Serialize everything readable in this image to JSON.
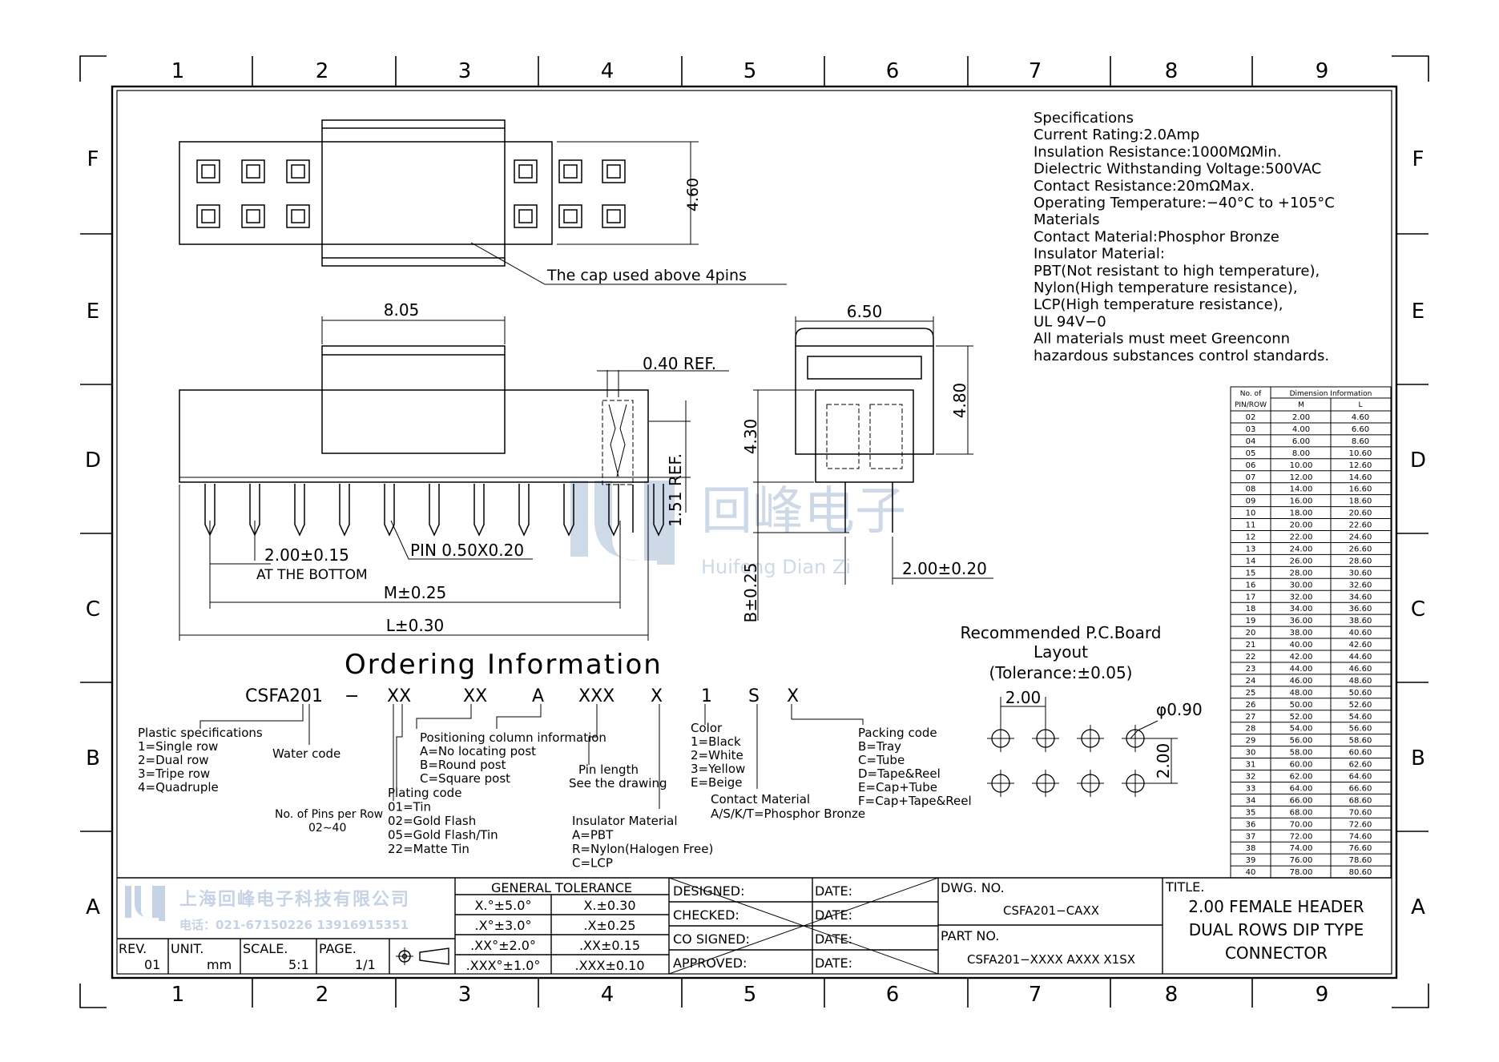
{
  "grid": {
    "columns": [
      "1",
      "2",
      "3",
      "4",
      "5",
      "6",
      "7",
      "8",
      "9"
    ],
    "rows": [
      "F",
      "E",
      "D",
      "C",
      "B",
      "A"
    ]
  },
  "top_view": {
    "height_dim": "4.60",
    "cap_note": "The cap used above 4pins"
  },
  "side_view": {
    "width_dim": "8.05",
    "ref_dim": "0.40 REF.",
    "ref_height": "1.51 REF.",
    "pitch_dim": "2.00±0.15",
    "pitch_note": "AT THE BOTTOM",
    "pin_label": "PIN 0.50X0.20",
    "m_dim": "M±0.25",
    "l_dim": "L±0.30"
  },
  "end_view": {
    "width_dim": "6.50",
    "height_dim": "4.30",
    "cap_height": "4.80",
    "pin_pitch": "2.00±0.20",
    "pin_length": "B±0.25"
  },
  "specs": [
    "Specifications",
    "Current Rating:2.0Amp",
    "Insulation Resistance:1000MΩMin.",
    "Dielectric Withstanding Voltage:500VAC",
    "Contact Resistance:20mΩMax.",
    "Operating Temperature:−40°C to +105°C",
    "Materials",
    "Contact Material:Phosphor Bronze",
    "Insulator Material:",
    "PBT(Not resistant to high temperature),",
    "Nylon(High temperature resistance),",
    "LCP(High temperature resistance),",
    "UL 94V−0",
    "All materials must meet Greenconn",
    "hazardous substances control standards."
  ],
  "dimension_table": {
    "header1": "No. of",
    "header2": "PIN/ROW",
    "group": "Dimension Information",
    "col_m": "M",
    "col_l": "L",
    "rows": [
      [
        "02",
        "2.00",
        "4.60"
      ],
      [
        "03",
        "4.00",
        "6.60"
      ],
      [
        "04",
        "6.00",
        "8.60"
      ],
      [
        "05",
        "8.00",
        "10.60"
      ],
      [
        "06",
        "10.00",
        "12.60"
      ],
      [
        "07",
        "12.00",
        "14.60"
      ],
      [
        "08",
        "14.00",
        "16.60"
      ],
      [
        "09",
        "16.00",
        "18.60"
      ],
      [
        "10",
        "18.00",
        "20.60"
      ],
      [
        "11",
        "20.00",
        "22.60"
      ],
      [
        "12",
        "22.00",
        "24.60"
      ],
      [
        "13",
        "24.00",
        "26.60"
      ],
      [
        "14",
        "26.00",
        "28.60"
      ],
      [
        "15",
        "28.00",
        "30.60"
      ],
      [
        "16",
        "30.00",
        "32.60"
      ],
      [
        "17",
        "32.00",
        "34.60"
      ],
      [
        "18",
        "34.00",
        "36.60"
      ],
      [
        "19",
        "36.00",
        "38.60"
      ],
      [
        "20",
        "38.00",
        "40.60"
      ],
      [
        "21",
        "40.00",
        "42.60"
      ],
      [
        "22",
        "42.00",
        "44.60"
      ],
      [
        "23",
        "44.00",
        "46.60"
      ],
      [
        "24",
        "46.00",
        "48.60"
      ],
      [
        "25",
        "48.00",
        "50.60"
      ],
      [
        "26",
        "50.00",
        "52.60"
      ],
      [
        "27",
        "52.00",
        "54.60"
      ],
      [
        "28",
        "54.00",
        "56.60"
      ],
      [
        "29",
        "56.00",
        "58.60"
      ],
      [
        "30",
        "58.00",
        "60.60"
      ],
      [
        "31",
        "60.00",
        "62.60"
      ],
      [
        "32",
        "62.00",
        "64.60"
      ],
      [
        "33",
        "64.00",
        "66.60"
      ],
      [
        "34",
        "66.00",
        "68.60"
      ],
      [
        "35",
        "68.00",
        "70.60"
      ],
      [
        "36",
        "70.00",
        "72.60"
      ],
      [
        "37",
        "72.00",
        "74.60"
      ],
      [
        "38",
        "74.00",
        "76.60"
      ],
      [
        "39",
        "76.00",
        "78.60"
      ],
      [
        "40",
        "78.00",
        "80.60"
      ]
    ]
  },
  "pcb": {
    "title1": "Recommended P.C.Board",
    "title2": "Layout",
    "tolerance": "(Tolerance:±0.05)",
    "pitch": "2.00",
    "hole": "φ0.90",
    "row_pitch": "2.00"
  },
  "ordering": {
    "title": "Ordering Information",
    "code": [
      "CSFA201",
      "−",
      "XX",
      "XX",
      "A",
      "XXX",
      "X",
      "1",
      "S",
      "X"
    ],
    "plastic": [
      "Plastic specifications",
      "1=Single row",
      "2=Dual row",
      "3=Tripe row",
      "4=Quadruple"
    ],
    "water": "Water code",
    "pins_per_row": [
      "No. of Pins per Row",
      "02∼40"
    ],
    "positioning": [
      "Positioning column information",
      "A=No locating post",
      "B=Round post",
      "C=Square post"
    ],
    "plating": [
      "Plating code",
      "01=Tin",
      "02=Gold Flash",
      "05=Gold Flash/Tin",
      "22=Matte Tin"
    ],
    "pin_length": [
      "Pin length",
      "See the drawing"
    ],
    "insulator": [
      "Insulator Material",
      "A=PBT",
      "R=Nylon(Halogen Free)",
      "C=LCP"
    ],
    "color": [
      "Color",
      "1=Black",
      "2=White",
      "3=Yellow",
      "E=Beige"
    ],
    "contact": [
      "Contact Material",
      "A/S/K/T=Phosphor Bronze"
    ],
    "packing": [
      "Packing code",
      "B=Tray",
      "C=Tube",
      "D=Tape&Reel",
      "E=Cap+Tube",
      "F=Cap+Tape&Reel"
    ]
  },
  "watermark": {
    "cn": "回峰电子",
    "en": "Huifeng Dian Zi"
  },
  "title_block": {
    "company": "上海回峰电子科技有限公司",
    "phone": "电话：021-67150226  13916915351",
    "rev_label": "REV.",
    "rev": "01",
    "unit_label": "UNIT.",
    "unit": "mm",
    "scale_label": "SCALE.",
    "scale": "5:1",
    "page_label": "PAGE.",
    "page": "1/1",
    "tolerance_header": "GENERAL TOLERANCE",
    "tolerances": [
      [
        "X.°±5.0°",
        "X.±0.30"
      ],
      [
        ".X°±3.0°",
        ".X±0.25"
      ],
      [
        ".XX°±2.0°",
        ".XX±0.15"
      ],
      [
        ".XXX°±1.0°",
        ".XXX±0.10"
      ]
    ],
    "signoffs": [
      "DESIGNED:",
      "CHECKED:",
      "CO SIGNED:",
      "APPROVED:"
    ],
    "date_label": "DATE:",
    "dwg_label": "DWG. NO.",
    "dwg": "CSFA201−CAXX",
    "part_label": "PART NO.",
    "part": "CSFA201−XXXX AXXX X1SX",
    "title_label": "TITLE.",
    "title": [
      "2.00 FEMALE HEADER",
      "DUAL ROWS DIP TYPE",
      "CONNECTOR"
    ]
  }
}
